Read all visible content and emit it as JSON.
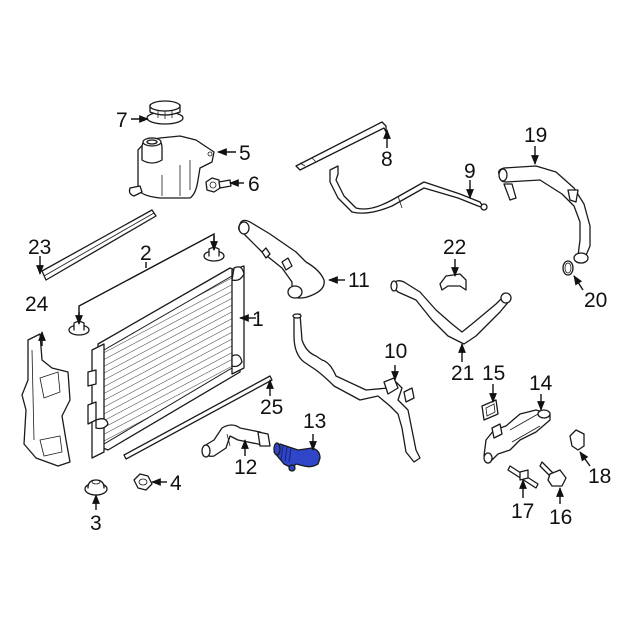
{
  "diagram": {
    "type": "exploded-parts-diagram",
    "highlight_color": "#2f46c9",
    "line_color": "#1a1a1a",
    "highlighted_part": "13",
    "callouts": [
      {
        "id": "c1",
        "label": "1",
        "part": "radiator"
      },
      {
        "id": "c2",
        "label": "2",
        "part": "radiator-isolator-pair"
      },
      {
        "id": "c3",
        "label": "3",
        "part": "lower-isolator"
      },
      {
        "id": "c4",
        "label": "4",
        "part": "nut"
      },
      {
        "id": "c5",
        "label": "5",
        "part": "coolant-reservoir"
      },
      {
        "id": "c6",
        "label": "6",
        "part": "reservoir-bolt"
      },
      {
        "id": "c7",
        "label": "7",
        "part": "reservoir-cap"
      },
      {
        "id": "c8",
        "label": "8",
        "part": "bracket-rod"
      },
      {
        "id": "c9",
        "label": "9",
        "part": "bypass-tube"
      },
      {
        "id": "c10",
        "label": "10",
        "part": "heater-hose"
      },
      {
        "id": "c11",
        "label": "11",
        "part": "upper-hose"
      },
      {
        "id": "c12",
        "label": "12",
        "part": "lower-hose"
      },
      {
        "id": "c13",
        "label": "13",
        "part": "lower-hose-connector"
      },
      {
        "id": "c14",
        "label": "14",
        "part": "thermostat-housing"
      },
      {
        "id": "c15",
        "label": "15",
        "part": "housing-gasket"
      },
      {
        "id": "c16",
        "label": "16",
        "part": "housing-bolt"
      },
      {
        "id": "c17",
        "label": "17",
        "part": "housing-stud"
      },
      {
        "id": "c18",
        "label": "18",
        "part": "sensor-clip"
      },
      {
        "id": "c19",
        "label": "19",
        "part": "outlet-tube"
      },
      {
        "id": "c20",
        "label": "20",
        "part": "o-ring"
      },
      {
        "id": "c21",
        "label": "21",
        "part": "coolant-pipe"
      },
      {
        "id": "c22",
        "label": "22",
        "part": "pipe-bracket"
      },
      {
        "id": "c23",
        "label": "23",
        "part": "upper-seal"
      },
      {
        "id": "c24",
        "label": "24",
        "part": "air-deflector"
      },
      {
        "id": "c25",
        "label": "25",
        "part": "lower-seal"
      }
    ]
  }
}
